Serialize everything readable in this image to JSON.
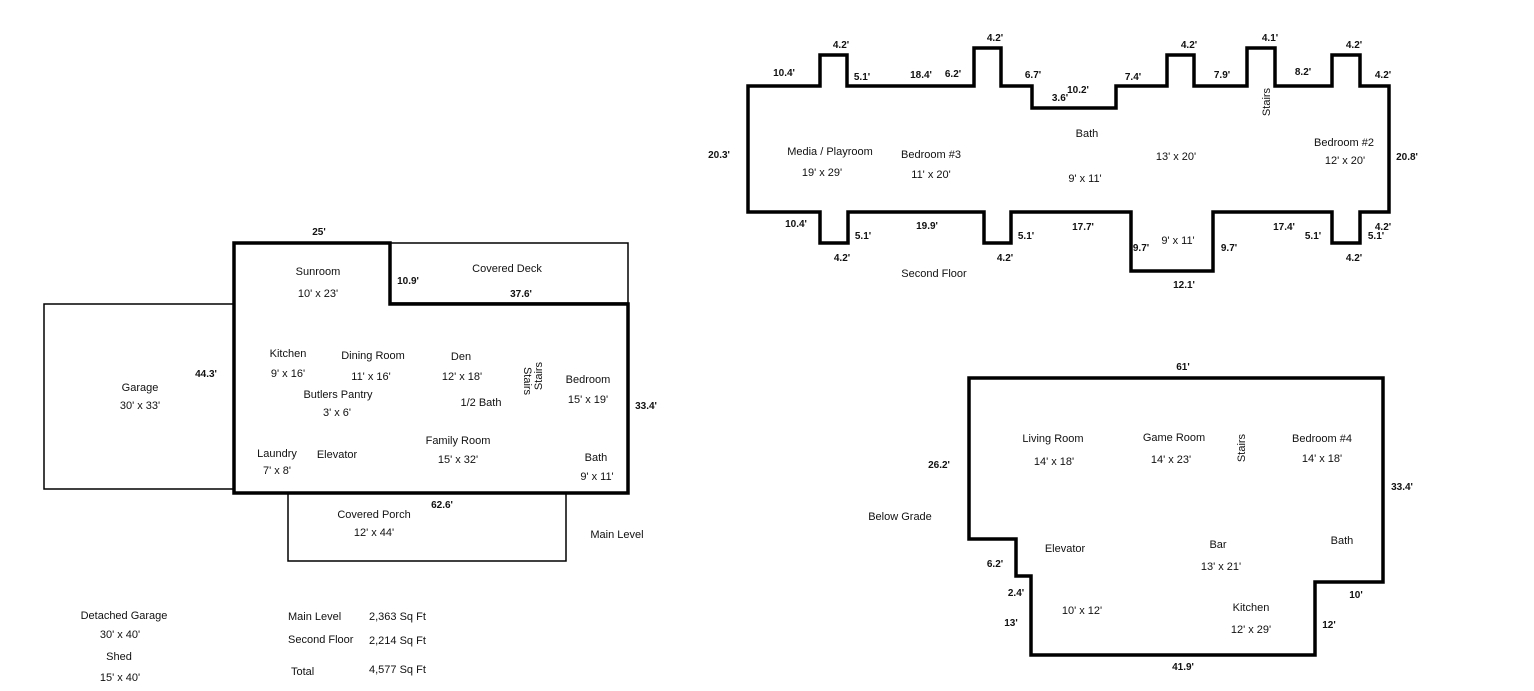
{
  "main_level": {
    "label": "Main Level",
    "rooms": {
      "sunroom": {
        "name": "Sunroom",
        "size": "10' x 23'"
      },
      "covered_deck": {
        "name": "Covered Deck"
      },
      "garage": {
        "name": "Garage",
        "size": "30' x 33'"
      },
      "kitchen": {
        "name": "Kitchen",
        "size": "9' x 16'"
      },
      "dining_room": {
        "name": "Dining Room",
        "size": "11' x 16'"
      },
      "den": {
        "name": "Den",
        "size": "12' x 18'"
      },
      "stairs_a": {
        "name": "Stairs"
      },
      "stairs_b": {
        "name": "Stairs"
      },
      "bedroom": {
        "name": "Bedroom",
        "size": "15' x 19'"
      },
      "butlers_pantry": {
        "name": "Butlers Pantry",
        "size": "3' x 6'"
      },
      "half_bath": {
        "name": "1/2 Bath"
      },
      "laundry": {
        "name": "Laundry",
        "size": "7' x 8'"
      },
      "elevator": {
        "name": "Elevator"
      },
      "family_room": {
        "name": "Family Room",
        "size": "15' x 32'"
      },
      "bath": {
        "name": "Bath",
        "size": "9' x 11'"
      },
      "covered_porch": {
        "name": "Covered Porch",
        "size": "12' x 44'"
      }
    },
    "dims": {
      "top": "25'",
      "sunroom_side": "10.9'",
      "deck_bottom": "37.6'",
      "garage_side": "44.3'",
      "right": "33.4'",
      "bottom": "62.6'"
    }
  },
  "second_floor": {
    "label": "Second Floor",
    "rooms": {
      "media": {
        "name": "Media / Playroom",
        "size": "19' x 29'"
      },
      "bedroom3": {
        "name": "Bedroom #3",
        "size": "11' x 20'"
      },
      "bath_top": {
        "name": "Bath"
      },
      "bath_top_size": "9' x 11'",
      "center_size": "13' x 20'",
      "stairs": {
        "name": "Stairs"
      },
      "bedroom2": {
        "name": "Bedroom #2",
        "size": "12' x 20'"
      },
      "bath_bottom_size": "9' x 11'"
    },
    "dims": {
      "t1": "10.4'",
      "t2": "4.2'",
      "t3": "5.1'",
      "t4": "18.4'",
      "t5": "6.2'",
      "t6": "4.2'",
      "t7": "6.7'",
      "t8": "3.6'",
      "t9": "10.2'",
      "t10": "7.4'",
      "t11": "4.2'",
      "t12": "7.9'",
      "t13": "4.1'",
      "t14": "8.2'",
      "t15": "4.2'",
      "t16": "4.2'",
      "left": "20.3'",
      "right": "20.8'",
      "b1": "10.4'",
      "b2": "5.1'",
      "b3": "4.2'",
      "b4": "19.9'",
      "b5": "5.1'",
      "b6": "4.2'",
      "b7": "17.7'",
      "b8": "9.7'",
      "b9": "9.7'",
      "b10": "12.1'",
      "b11": "17.4'",
      "b12": "5.1'",
      "b13": "4.2'",
      "b14": "5.1'",
      "b15": "4.2'"
    }
  },
  "below_grade": {
    "label": "Below Grade",
    "rooms": {
      "living_room": {
        "name": "Living Room",
        "size": "14' x 18'"
      },
      "game_room": {
        "name": "Game Room",
        "size": "14' x 23'"
      },
      "stairs": {
        "name": "Stairs"
      },
      "bedroom4": {
        "name": "Bedroom #4",
        "size": "14' x 18'"
      },
      "elevator": {
        "name": "Elevator"
      },
      "bar": {
        "name": "Bar",
        "size": "13' x 21'"
      },
      "bath": {
        "name": "Bath"
      },
      "room_size": "10' x 12'",
      "kitchen": {
        "name": "Kitchen",
        "size": "12' x 29'"
      }
    },
    "dims": {
      "top": "61'",
      "left": "26.2'",
      "right": "33.4'",
      "step1": "6.2'",
      "step2": "2.4'",
      "lower_left": "13'",
      "right_step": "10'",
      "lower_right": "12'",
      "bottom": "41.9'"
    }
  },
  "summary": {
    "detached_garage": {
      "name": "Detached Garage",
      "size": "30' x 40'"
    },
    "shed": {
      "name": "Shed",
      "size": "15' x 40'"
    },
    "rows": [
      {
        "label": "Main Level",
        "value": "2,363 Sq Ft"
      },
      {
        "label": "Second Floor",
        "value": "2,214 Sq Ft"
      },
      {
        "label": "Total",
        "value": "4,577 Sq Ft"
      }
    ]
  }
}
